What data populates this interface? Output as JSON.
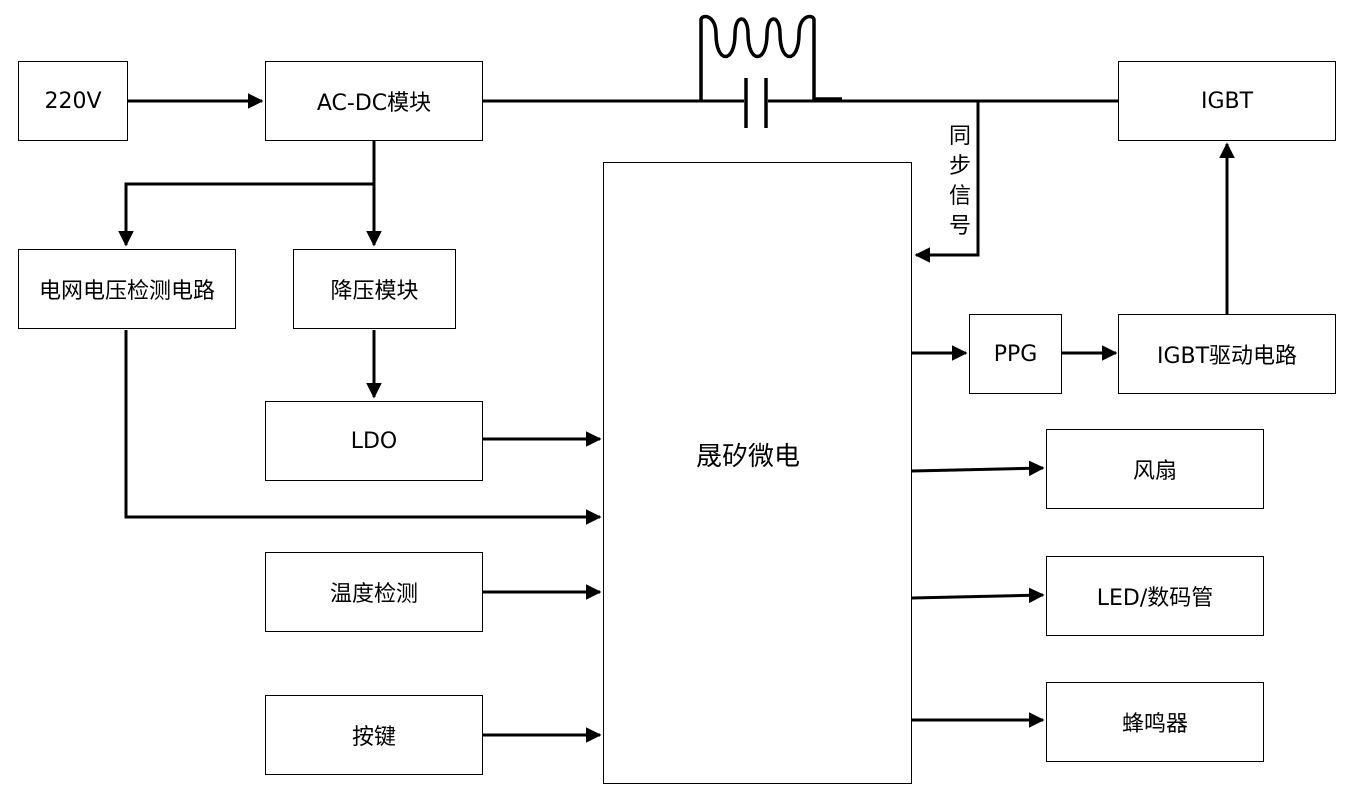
{
  "blocks": {
    "v220": "220V",
    "acdc": "AC-DC模块",
    "igbt": "IGBT",
    "grid_detect": "电网电压检测电路",
    "buck": "降压模块",
    "ldo": "LDO",
    "temp": "温度检测",
    "keys": "按键",
    "mcu": "晟矽微电",
    "ppg": "PPG",
    "igbt_driver": "IGBT驱动电路",
    "fan": "风扇",
    "led": "LED/数码管",
    "buzzer": "蜂鸣器"
  },
  "sync_signal": [
    "同",
    "步",
    "信",
    "号"
  ],
  "icons": {
    "inductor": "coil-icon",
    "capacitor": "capacitor-icon"
  }
}
